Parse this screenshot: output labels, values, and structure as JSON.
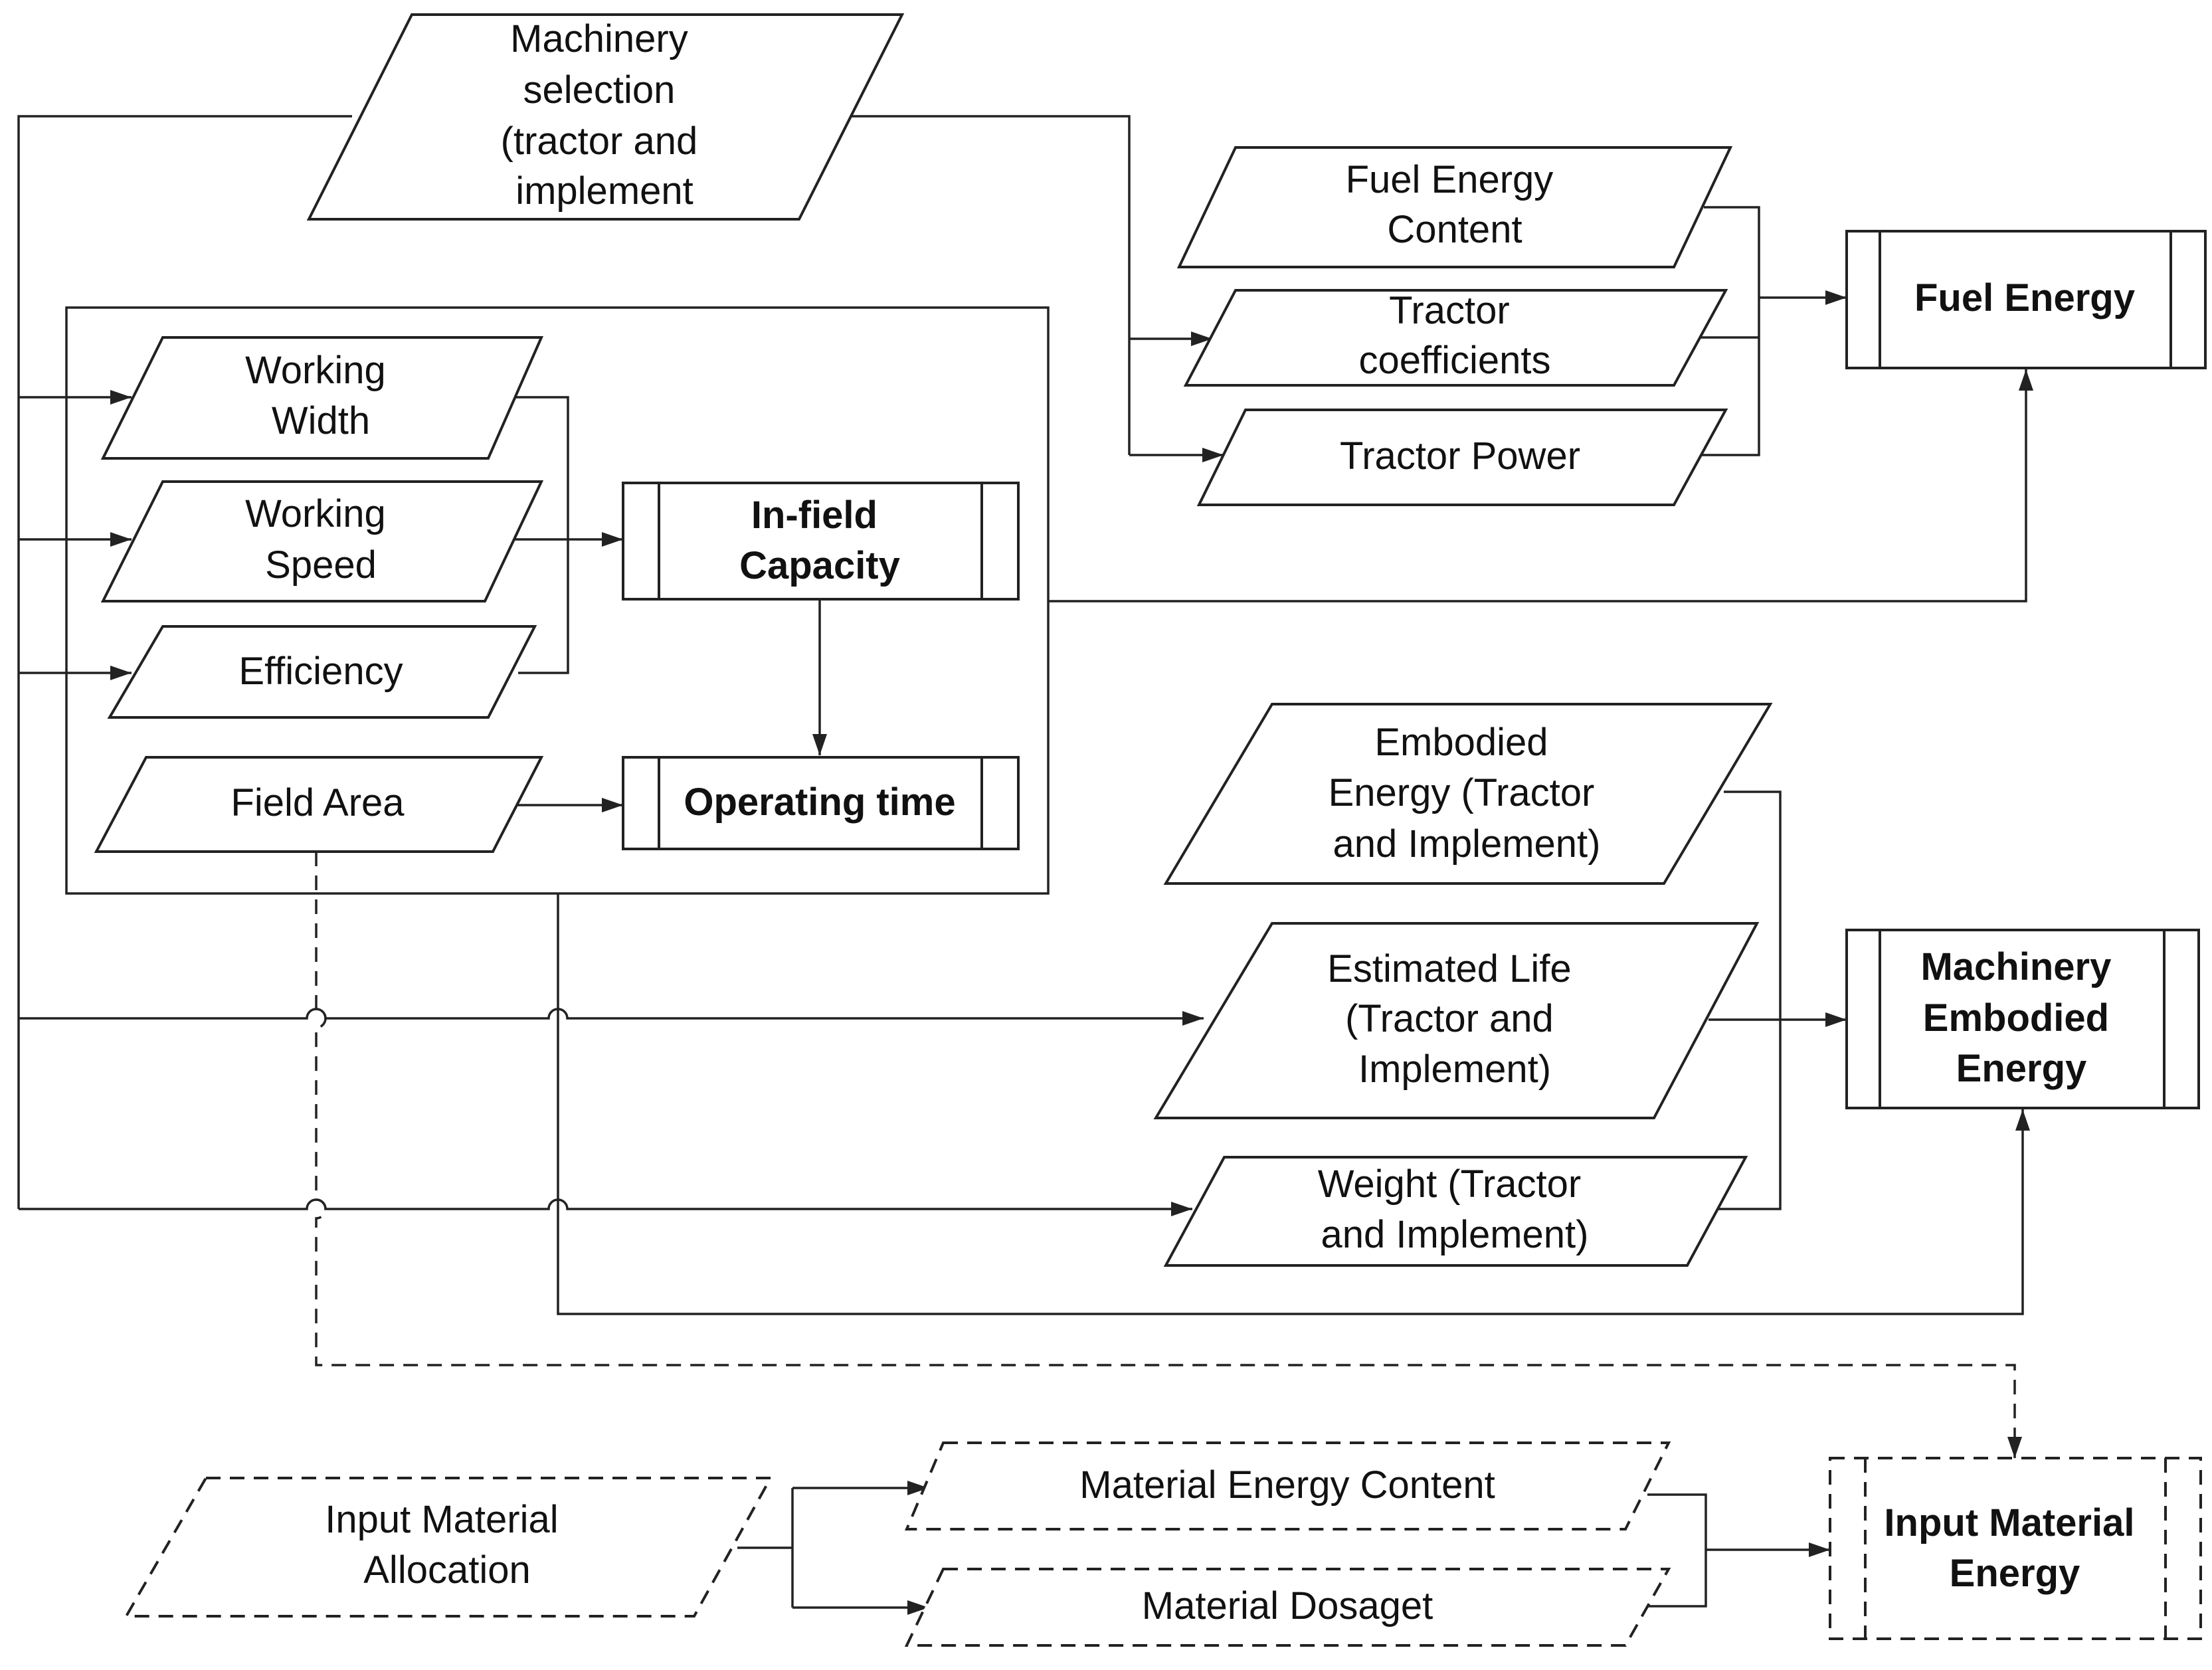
{
  "inputs": {
    "machinery_selection": [
      "Machinery",
      "selection",
      "(tractor and",
      "implement"
    ],
    "working_width": [
      "Working",
      "Width"
    ],
    "working_speed": [
      "Working",
      "Speed"
    ],
    "efficiency": [
      "Efficiency"
    ],
    "field_area": [
      "Field Area"
    ],
    "fuel_energy_content": [
      "Fuel Energy",
      "Content"
    ],
    "tractor_coefficients": [
      "Tractor",
      "coefficients"
    ],
    "tractor_power": [
      "Tractor Power"
    ],
    "embodied_energy": [
      "Embodied",
      "Energy (Tractor",
      "and Implement)"
    ],
    "estimated_life": [
      "Estimated Life",
      "(Tractor and",
      "Implement)"
    ],
    "weight": [
      "Weight (Tractor",
      "and Implement)"
    ],
    "input_material_allocation": [
      "Input Material",
      "Allocation"
    ],
    "material_energy_content": [
      "Material Energy Content"
    ],
    "material_dosage": [
      "Material Dosaget"
    ]
  },
  "processes": {
    "infield_capacity": [
      "In-field",
      "Capacity"
    ],
    "operating_time": [
      "Operating time"
    ],
    "fuel_energy": [
      "Fuel Energy"
    ],
    "machinery_embodied_energy": [
      "Machinery",
      "Embodied",
      "Energy"
    ],
    "input_material_energy": [
      "Input Material",
      "Energy"
    ]
  },
  "colors": {
    "line": "#222222",
    "fill": "#ffffff",
    "text": "#111111"
  }
}
